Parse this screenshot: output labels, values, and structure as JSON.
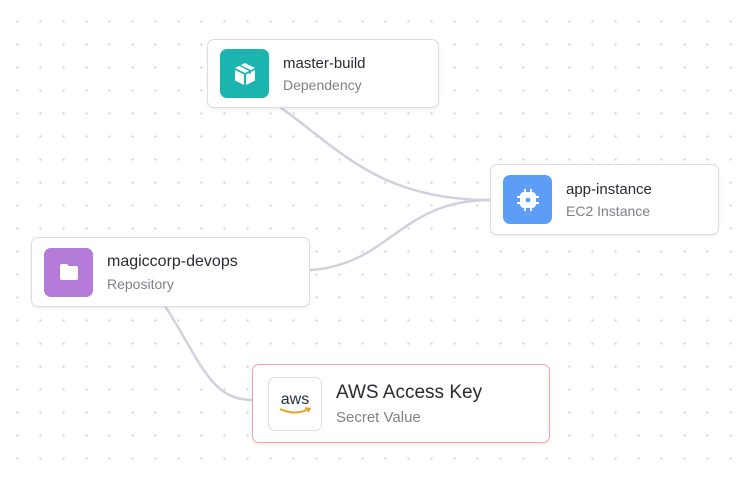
{
  "nodes": {
    "master_build": {
      "title": "master-build",
      "subtitle": "Dependency",
      "icon": "package-icon",
      "color": "#1cb4ae"
    },
    "app_instance": {
      "title": "app-instance",
      "subtitle": "EC2 Instance",
      "icon": "chip-icon",
      "color": "#5c9df5"
    },
    "magiccorp_devops": {
      "title": "magiccorp-devops",
      "subtitle": "Repository",
      "icon": "folder-icon",
      "color": "#b47bd9"
    },
    "aws_key": {
      "title": "AWS Access Key",
      "subtitle": "Secret Value",
      "icon": "aws-logo-icon",
      "logo_text": "aws",
      "border": "#f2a3a3"
    }
  },
  "edges": [
    [
      "master-build",
      "app-instance"
    ],
    [
      "magiccorp-devops",
      "app-instance"
    ],
    [
      "magiccorp-devops",
      "AWS Access Key"
    ]
  ]
}
